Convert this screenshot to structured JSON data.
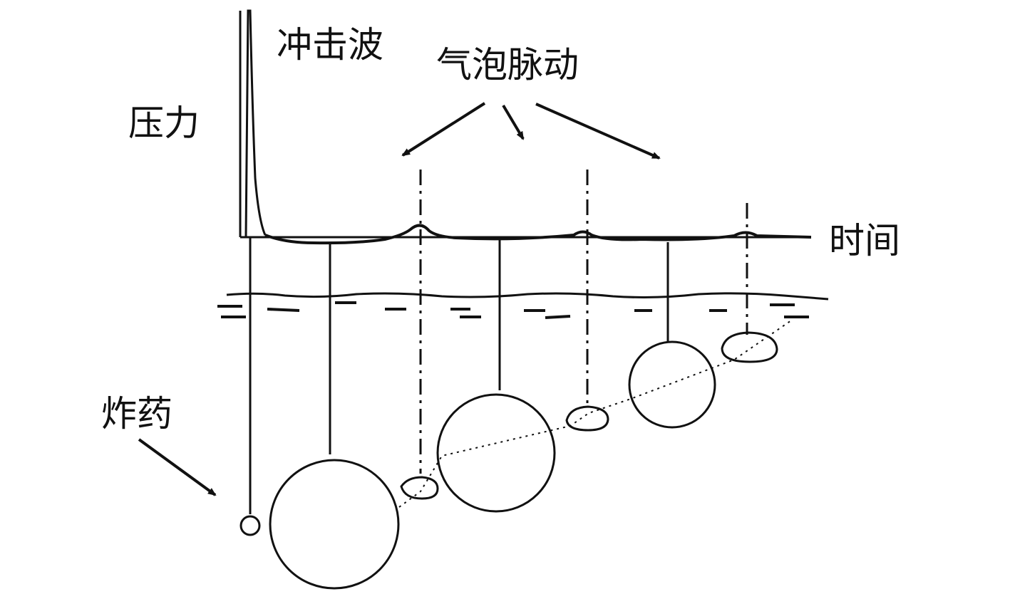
{
  "labels": {
    "shock_wave": "冲击波",
    "bubble_pulse": "气泡脉动",
    "pressure": "压力",
    "time": "时间",
    "explosive": "炸药"
  },
  "colors": {
    "ink": "#111111",
    "background": "#ffffff"
  }
}
